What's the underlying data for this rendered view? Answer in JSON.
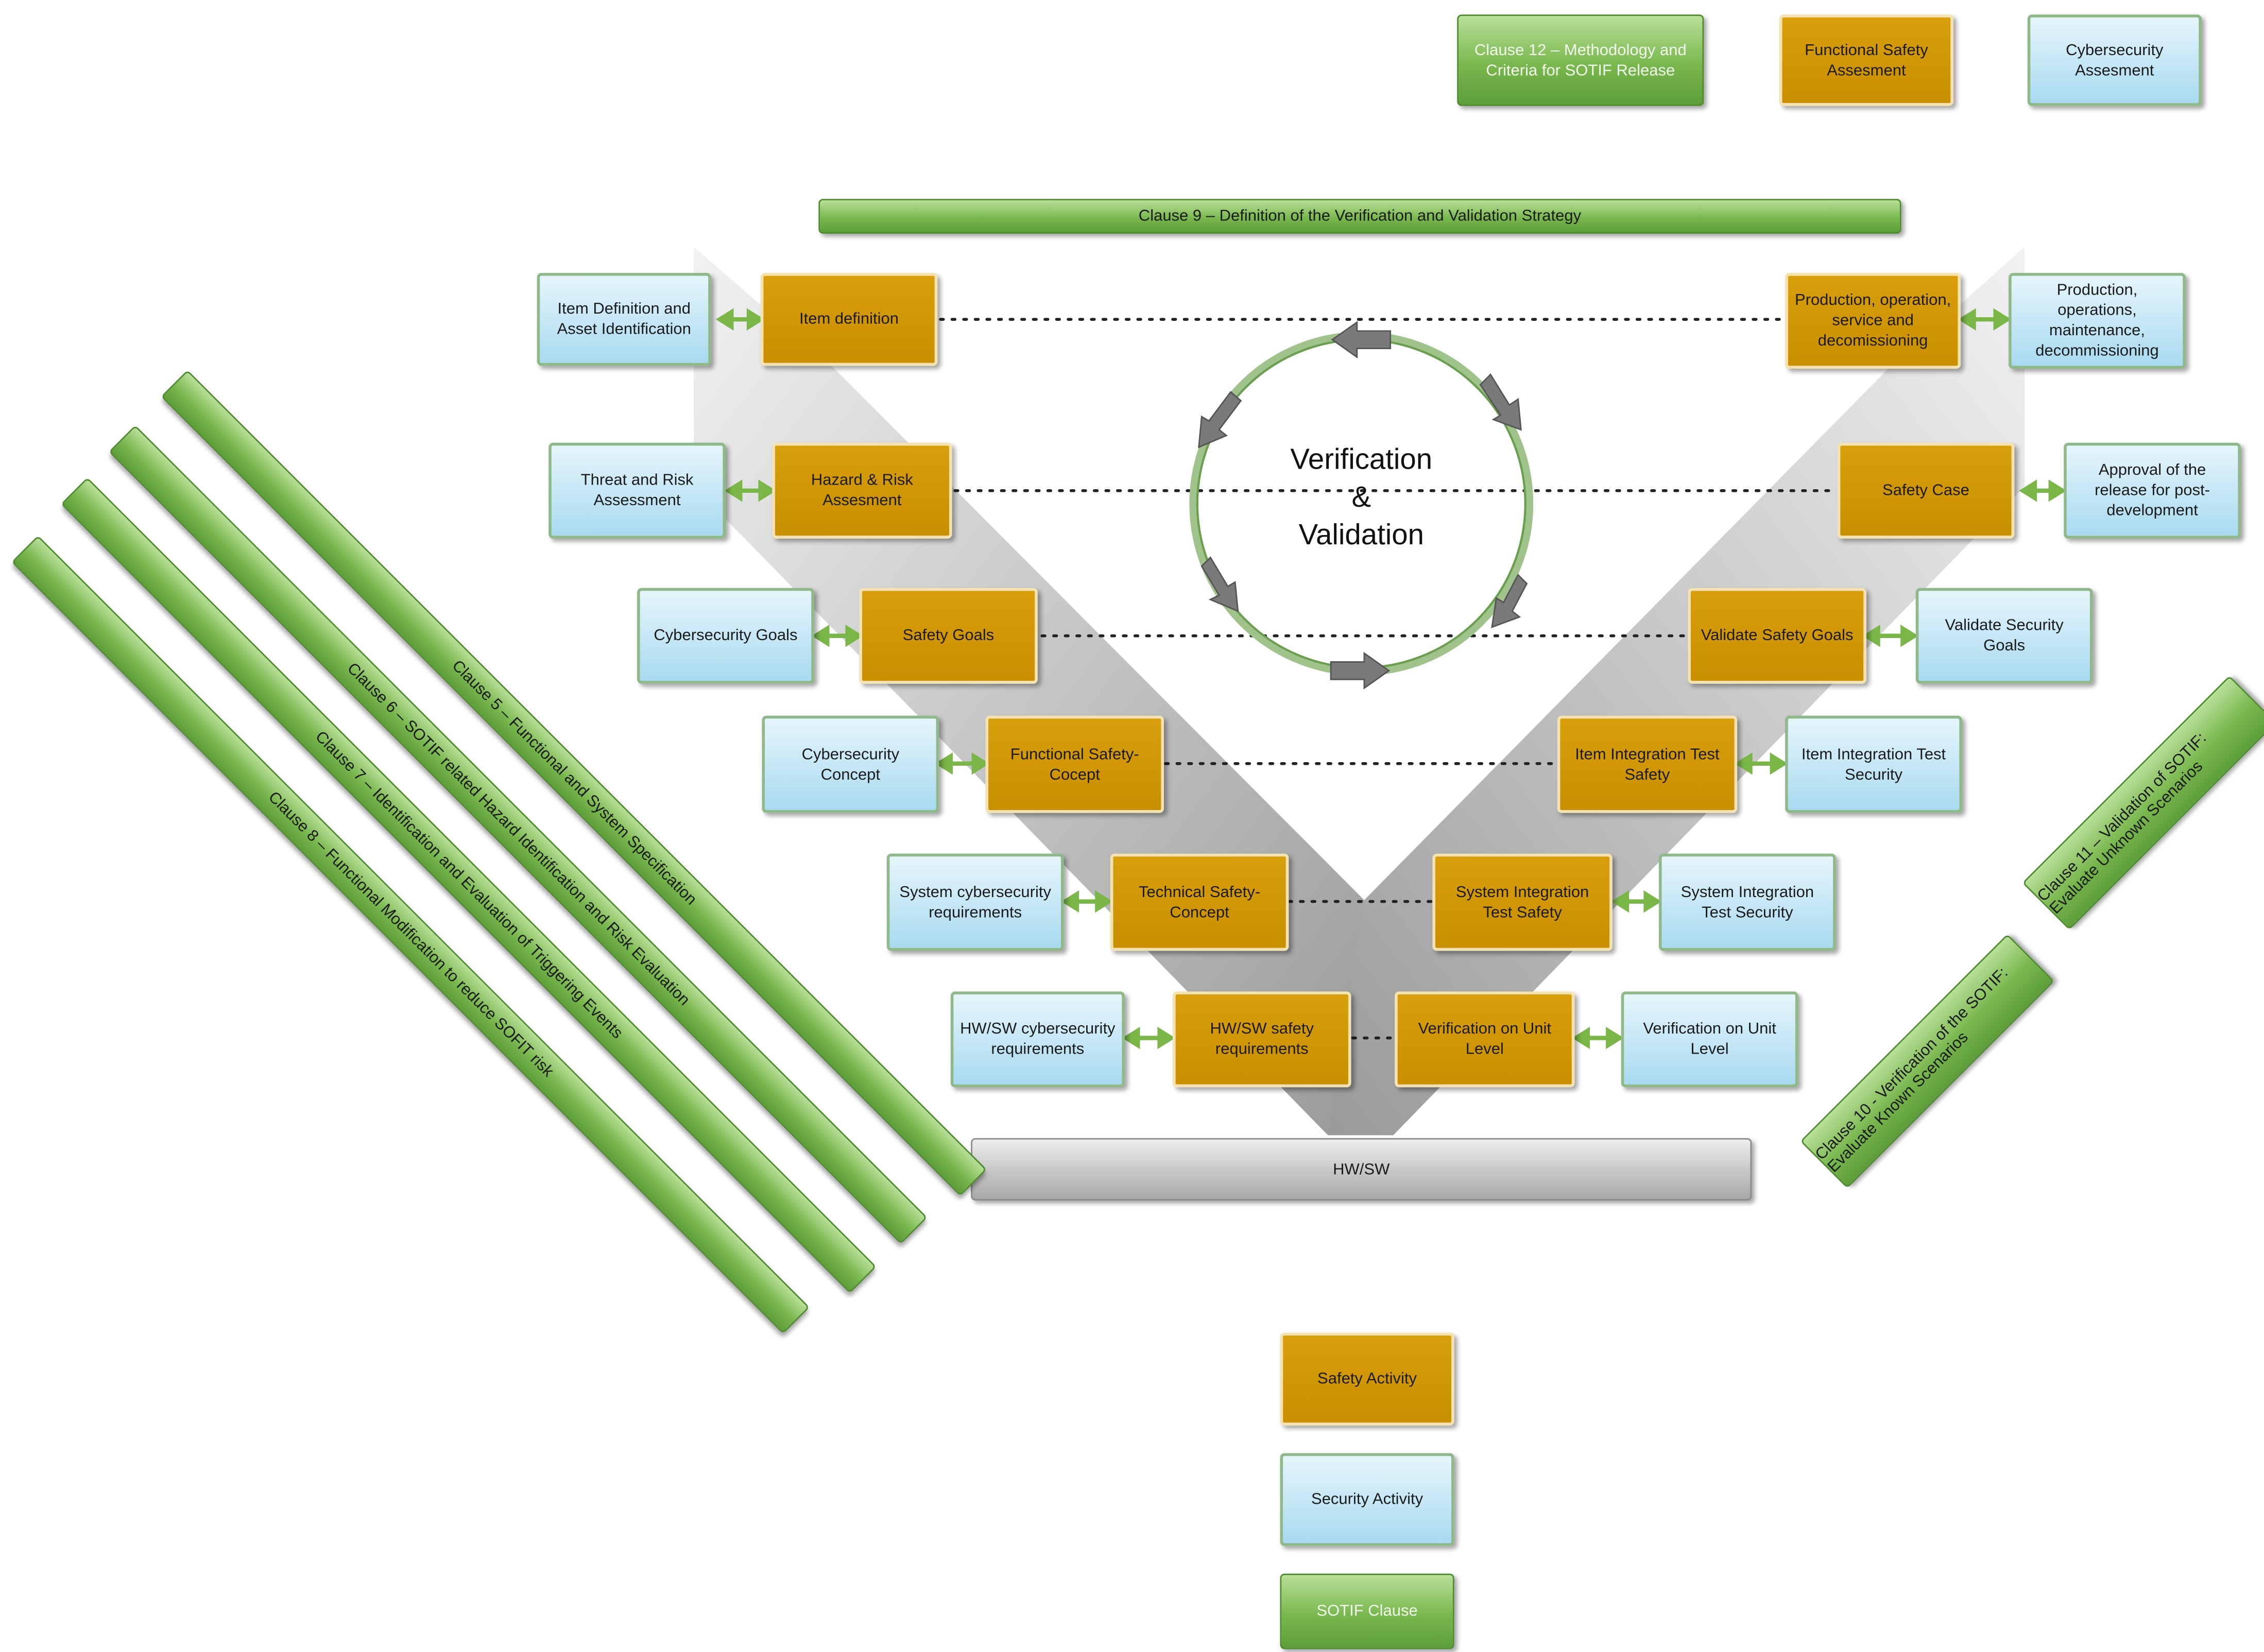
{
  "legend": {
    "safety": "Safety Activity",
    "security": "Security Activity",
    "sotif": "SOTIF Clause"
  },
  "header": {
    "clause12": "Clause 12 – Methodology and Criteria for SOTIF Release",
    "functional_assessment": "Functional Safety Assesment",
    "cyber_assessment": "Cybersecurity Assesment"
  },
  "clause9": "Clause 9 – Definition of the Verification and Validation Strategy",
  "center": {
    "line1": "Verification",
    "line2": "&",
    "line3": "Validation"
  },
  "left_safety": [
    "Item definition",
    "Hazard & Risk Assesment",
    "Safety Goals",
    "Functional Safety-Cocept",
    "Technical Safety-Concept",
    "HW/SW safety requirements"
  ],
  "left_security": [
    "Item Definition and Asset Identification",
    "Threat and Risk Assessment",
    "Cybersecurity Goals",
    "Cybersecurity Concept",
    "System cybersecurity requirements",
    "HW/SW cybersecurity requirements"
  ],
  "right_safety": [
    "Production, operation, service and decomissioning",
    "Safety Case",
    "Validate Safety Goals",
    "Item Integration Test Safety",
    "System Integration Test Safety",
    "Verification on Unit Level"
  ],
  "right_security": [
    "Production, operations, maintenance, decommissioning",
    "Approval of the release for post-development",
    "Validate Security Goals",
    "Item Integration Test Security",
    "System Integration Test Security",
    "Verification on Unit Level"
  ],
  "hwsw": "HW/SW",
  "left_clauses": [
    "Clause 5 – Functional and System Specification",
    "Clause 6 – SOTIF related Hazard Identification and Risk Evaluation",
    "Clause 7 – Identification and Evaluation of Triggering Events",
    "Clause 8 – Functional Modification to reduce SOFIT risk"
  ],
  "right_clauses": [
    "Clause 10 - Verification of the SOTIF: Evaluate Known Scenarios",
    "Clause 11 – Validation of SOTIF: Evaluate Unknown Scenarios"
  ],
  "colors": {
    "safety": "#c98f00",
    "security": "#a8daf0",
    "sotif": "#79b84e",
    "arrow": "#7ab648",
    "v_shape": "#b0b0b0"
  }
}
